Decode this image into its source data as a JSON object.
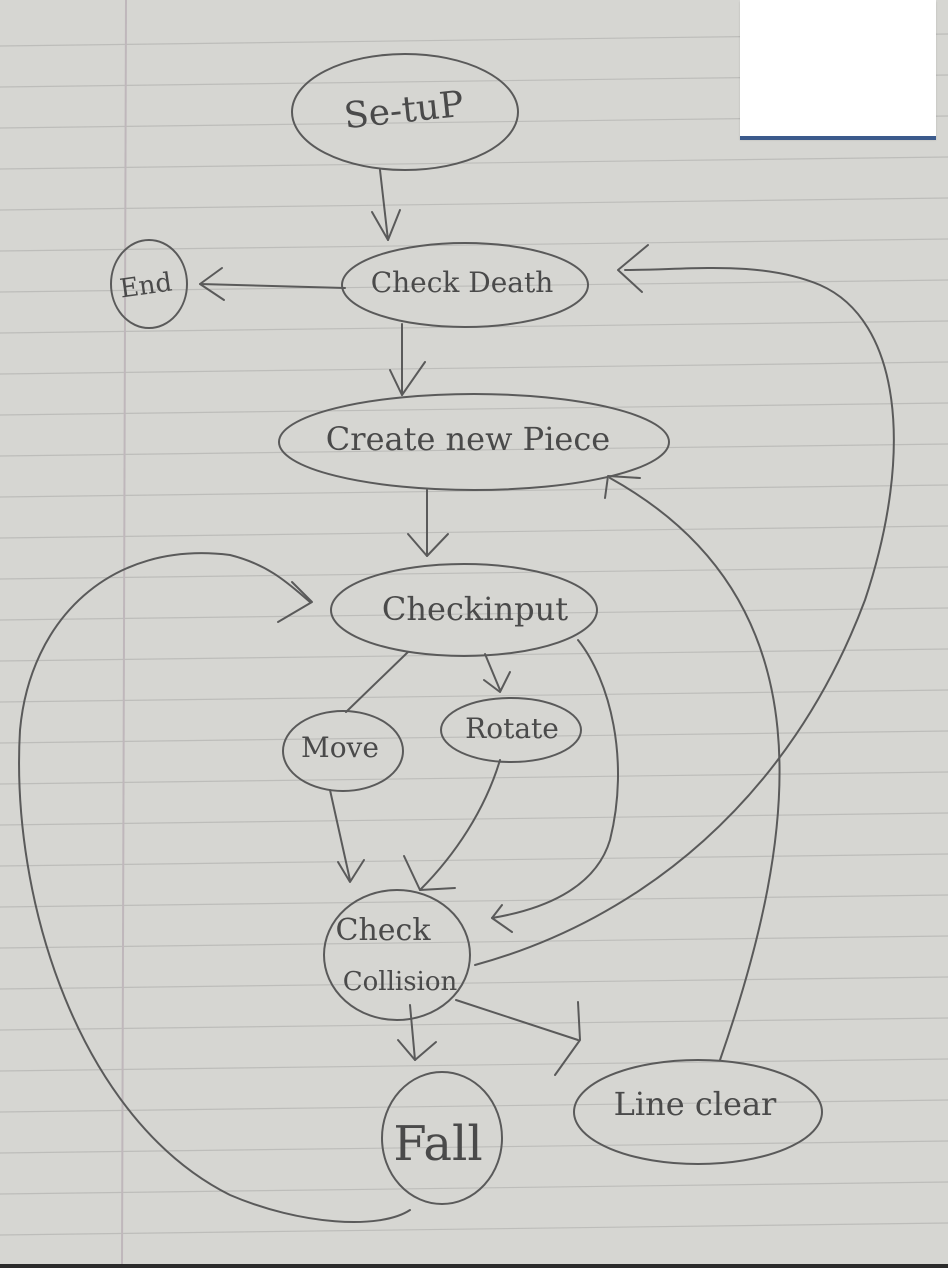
{
  "diagram": {
    "nodes": [
      {
        "id": "setup",
        "label": "Se-tuP"
      },
      {
        "id": "check_death",
        "label": "Check Death"
      },
      {
        "id": "end",
        "label": "End"
      },
      {
        "id": "create_new_piece",
        "label": "Create new Piece"
      },
      {
        "id": "check_input",
        "label": "Checkinput"
      },
      {
        "id": "move",
        "label": "Move"
      },
      {
        "id": "rotate",
        "label": "Rotate"
      },
      {
        "id": "check_collision_1",
        "label": "Check"
      },
      {
        "id": "check_collision_2",
        "label": "Collision"
      },
      {
        "id": "fall",
        "label": "Fall"
      },
      {
        "id": "line_clear",
        "label": "Line clear"
      }
    ],
    "edges": [
      {
        "from": "setup",
        "to": "check_death"
      },
      {
        "from": "check_death",
        "to": "end"
      },
      {
        "from": "check_death",
        "to": "create_new_piece"
      },
      {
        "from": "create_new_piece",
        "to": "check_input"
      },
      {
        "from": "check_input",
        "to": "move"
      },
      {
        "from": "check_input",
        "to": "rotate"
      },
      {
        "from": "check_input",
        "to": "check_collision"
      },
      {
        "from": "move",
        "to": "check_collision"
      },
      {
        "from": "rotate",
        "to": "check_collision"
      },
      {
        "from": "check_collision",
        "to": "fall"
      },
      {
        "from": "check_collision",
        "to": "line_clear"
      },
      {
        "from": "check_collision",
        "to": "check_death"
      },
      {
        "from": "fall",
        "to": "check_input"
      },
      {
        "from": "line_clear",
        "to": "create_new_piece"
      }
    ]
  },
  "colors": {
    "paper": "#d6d6d2",
    "ruled_line": "#b7b7b4",
    "margin_line": "#bfb7bb",
    "ink": "#5a5a5a"
  }
}
